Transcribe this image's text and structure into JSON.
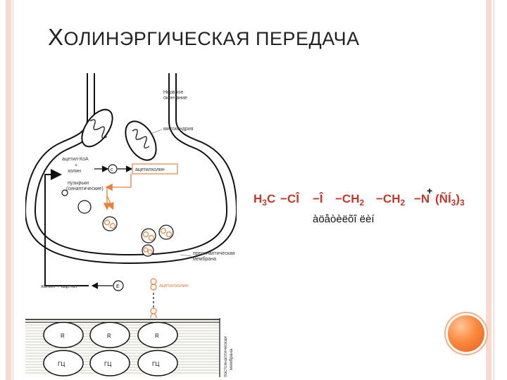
{
  "title": {
    "first_letter": "Х",
    "rest": "ОЛИНЭРГИЧЕСКАЯ ПЕРЕДАЧА"
  },
  "diagram": {
    "label_nerve_ending": [
      "Нервное",
      "окончание"
    ],
    "label_mitochondria": "митохондрия",
    "label_acetyl_coa": "ацетил-КоА",
    "label_plus": "+",
    "label_choline": "холин",
    "label_c": "c",
    "label_acetylcholine_box": "ацетилхолин",
    "label_vesicles": [
      "пузырьки",
      "(синаптические)"
    ],
    "label_presynaptic": [
      "пресинаптическая",
      "мембрана"
    ],
    "label_choline_acetate": "холин + ацетат",
    "label_enzyme": "Е",
    "label_acetylcholine_release": "ацетилхолин",
    "label_postsynaptic": [
      "постсинаптическая",
      "мембрана"
    ],
    "receptor_labels": [
      "R",
      "R",
      "R"
    ],
    "effector_labels": [
      "ГЦ",
      "ГЦ",
      "ГЦ"
    ]
  },
  "formula": {
    "h3c": "H",
    "h3c_sub": "3",
    "h3c_c": "C",
    "co": "−CÎ",
    "o": "−Î",
    "ch2a": "−CH",
    "ch2a_sub": "2",
    "ch2b": "−CH",
    "ch2b_sub": "2",
    "n": "−N",
    "plus": "+",
    "group": "(ÑÍ",
    "group_sub": "3",
    "group_close": ")",
    "group_close_sub": "3",
    "name": "àöåòèëõî ëèí"
  },
  "colors": {
    "accent_orange": "#e7823e",
    "formula_red": "#c0392b",
    "frame": "#f6d9cf"
  }
}
